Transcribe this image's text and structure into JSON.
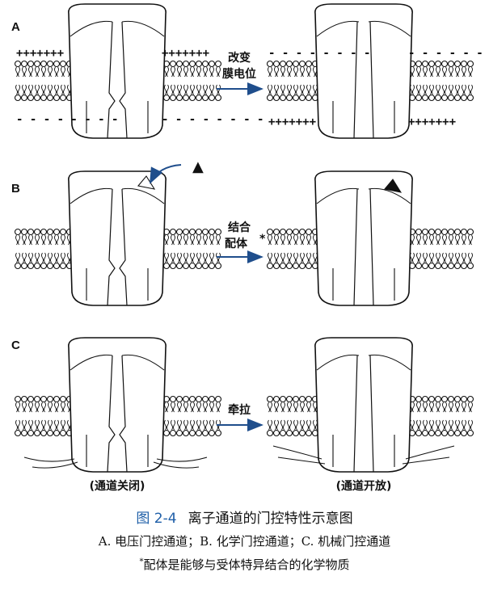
{
  "panels": [
    {
      "label": "A",
      "action_line1": "改变",
      "action_line2": "膜电位",
      "action_note": ""
    },
    {
      "label": "B",
      "action_line1": "结合",
      "action_line2": "配体",
      "action_note": "*"
    },
    {
      "label": "C",
      "action_line1": "牵拉",
      "action_line2": "",
      "action_note": ""
    }
  ],
  "charges": {
    "plus": "+++++++",
    "minus": "- - - - - - - -"
  },
  "ligand_symbol": "▲",
  "states": {
    "closed": "(通道关闭)",
    "open": "(通道开放)"
  },
  "caption": {
    "figure": "图 2-4",
    "title": "离子通道的门控特性示意图",
    "legend": "A. 电压门控通道；B. 化学门控通道；C. 机械门控通道",
    "footnote_mark": "*",
    "footnote": "配体是能够与受体特异结合的化学物质"
  },
  "colors": {
    "arrow": "#1f4e8c",
    "figure_label": "#1f5fa8",
    "ink": "#111111"
  }
}
